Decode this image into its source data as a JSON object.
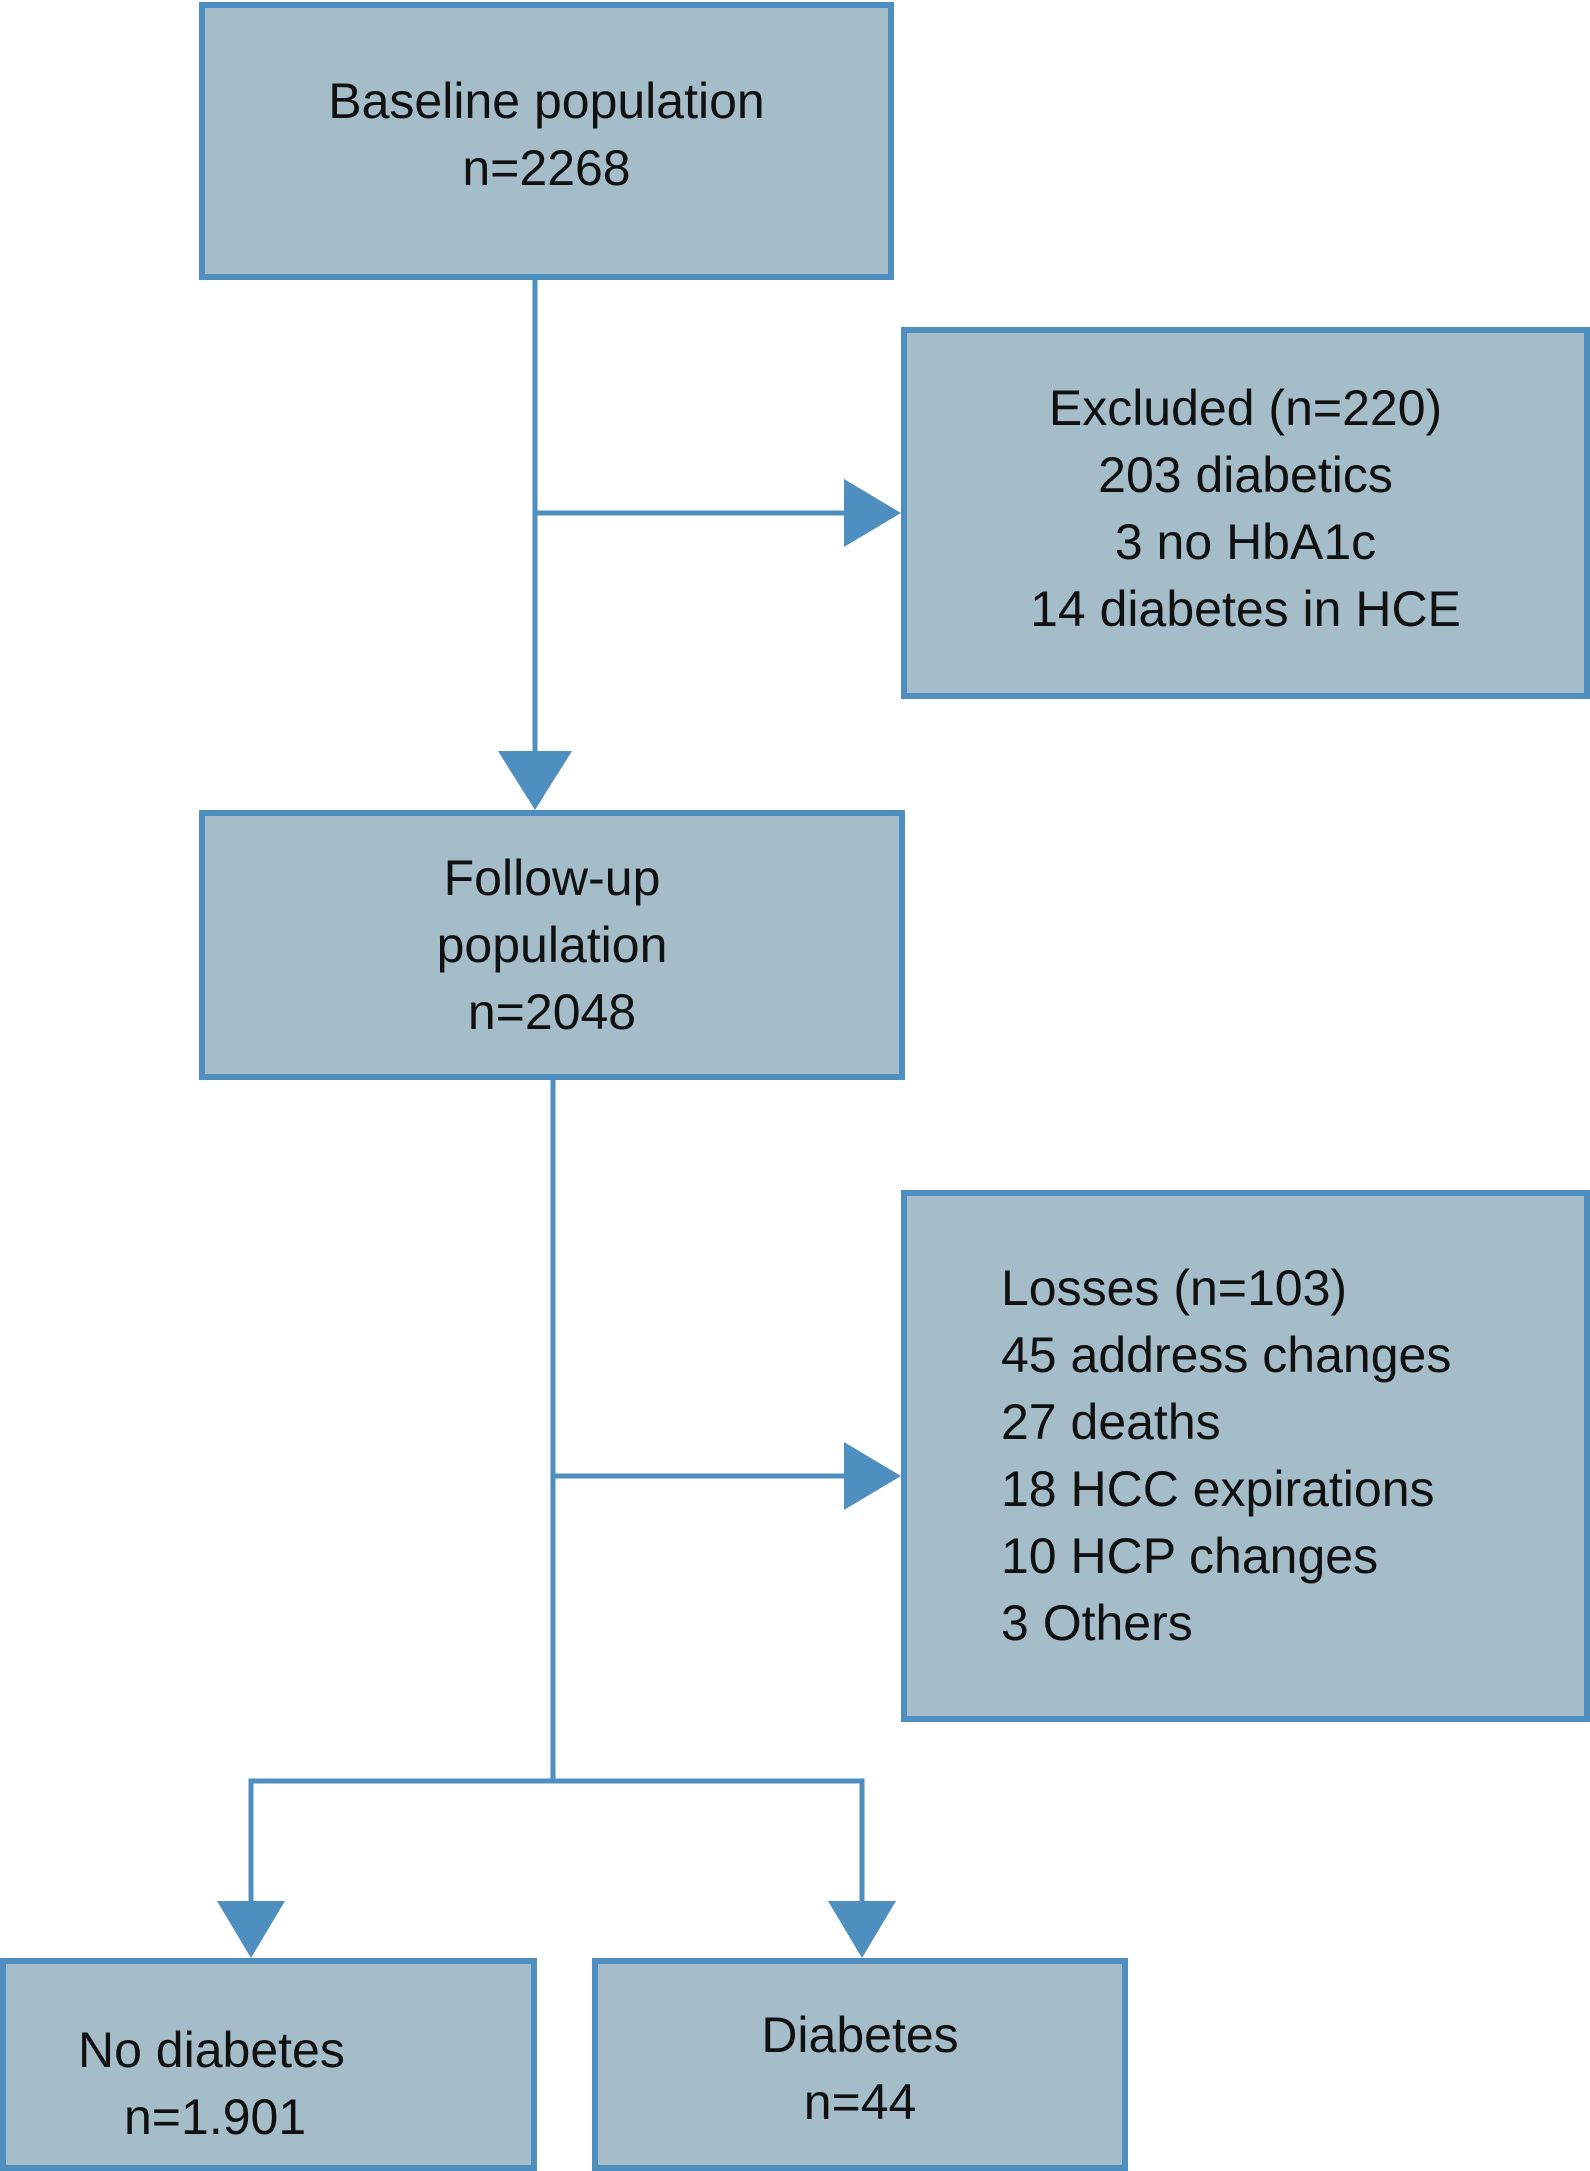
{
  "colors": {
    "box_fill": "#a5bcc9",
    "box_border": "#4f8fc0",
    "connector": "#4f8fc0",
    "text": "#111111"
  },
  "nodes": {
    "baseline": {
      "lines": [
        "Baseline population",
        "n=2268"
      ]
    },
    "excluded": {
      "lines": [
        "Excluded (n=220)",
        "203 diabetics",
        "3 no HbA1c",
        "14 diabetes in HCE"
      ]
    },
    "followup": {
      "lines": [
        "Follow-up",
        "population",
        "n=2048"
      ]
    },
    "losses": {
      "lines": [
        "Losses (n=103)",
        "45 address changes",
        "27 deaths",
        "18 HCC expirations",
        "10 HCP changes",
        "3 Others"
      ]
    },
    "no_diabetes": {
      "lines": [
        "No diabetes",
        "n=1.901"
      ]
    },
    "diabetes": {
      "lines": [
        "Diabetes",
        "n=44"
      ]
    }
  },
  "edges": [
    {
      "from": "baseline",
      "to": "followup"
    },
    {
      "from": "baseline",
      "to": "excluded"
    },
    {
      "from": "followup",
      "to": "losses"
    },
    {
      "from": "followup",
      "to": "no_diabetes"
    },
    {
      "from": "followup",
      "to": "diabetes"
    }
  ]
}
